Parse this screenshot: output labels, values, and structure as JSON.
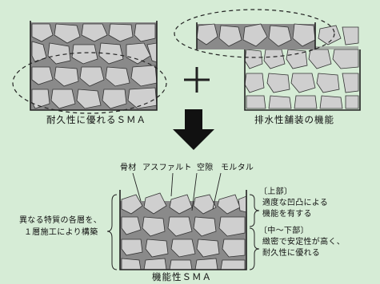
{
  "top_left_caption": "耐久性に優れるＳＭＡ",
  "top_right_caption": "排水性舗装の機能",
  "plus_symbol": "+",
  "bottom_caption": "機能性ＳＭＡ",
  "material_labels": {
    "aggregate": "骨材",
    "asphalt": "アスファルト",
    "void": "空隙",
    "mortar": "モルタル"
  },
  "left_note": [
    "異なる特質の各層を、",
    "１層施工により構築"
  ],
  "upper_note": {
    "heading": "〔上部〕",
    "lines": [
      "適度な凹凸による",
      "機能を有する"
    ]
  },
  "lower_note": {
    "heading": "〔中～下部〕",
    "lines": [
      "緻密で安定性が高く、",
      "耐久性に優れる"
    ]
  },
  "colors": {
    "background": "#d6ecd6",
    "aggregate_fill": "#cfcfcf",
    "matrix_fill": "#8a8a8a",
    "outline": "#222222"
  }
}
